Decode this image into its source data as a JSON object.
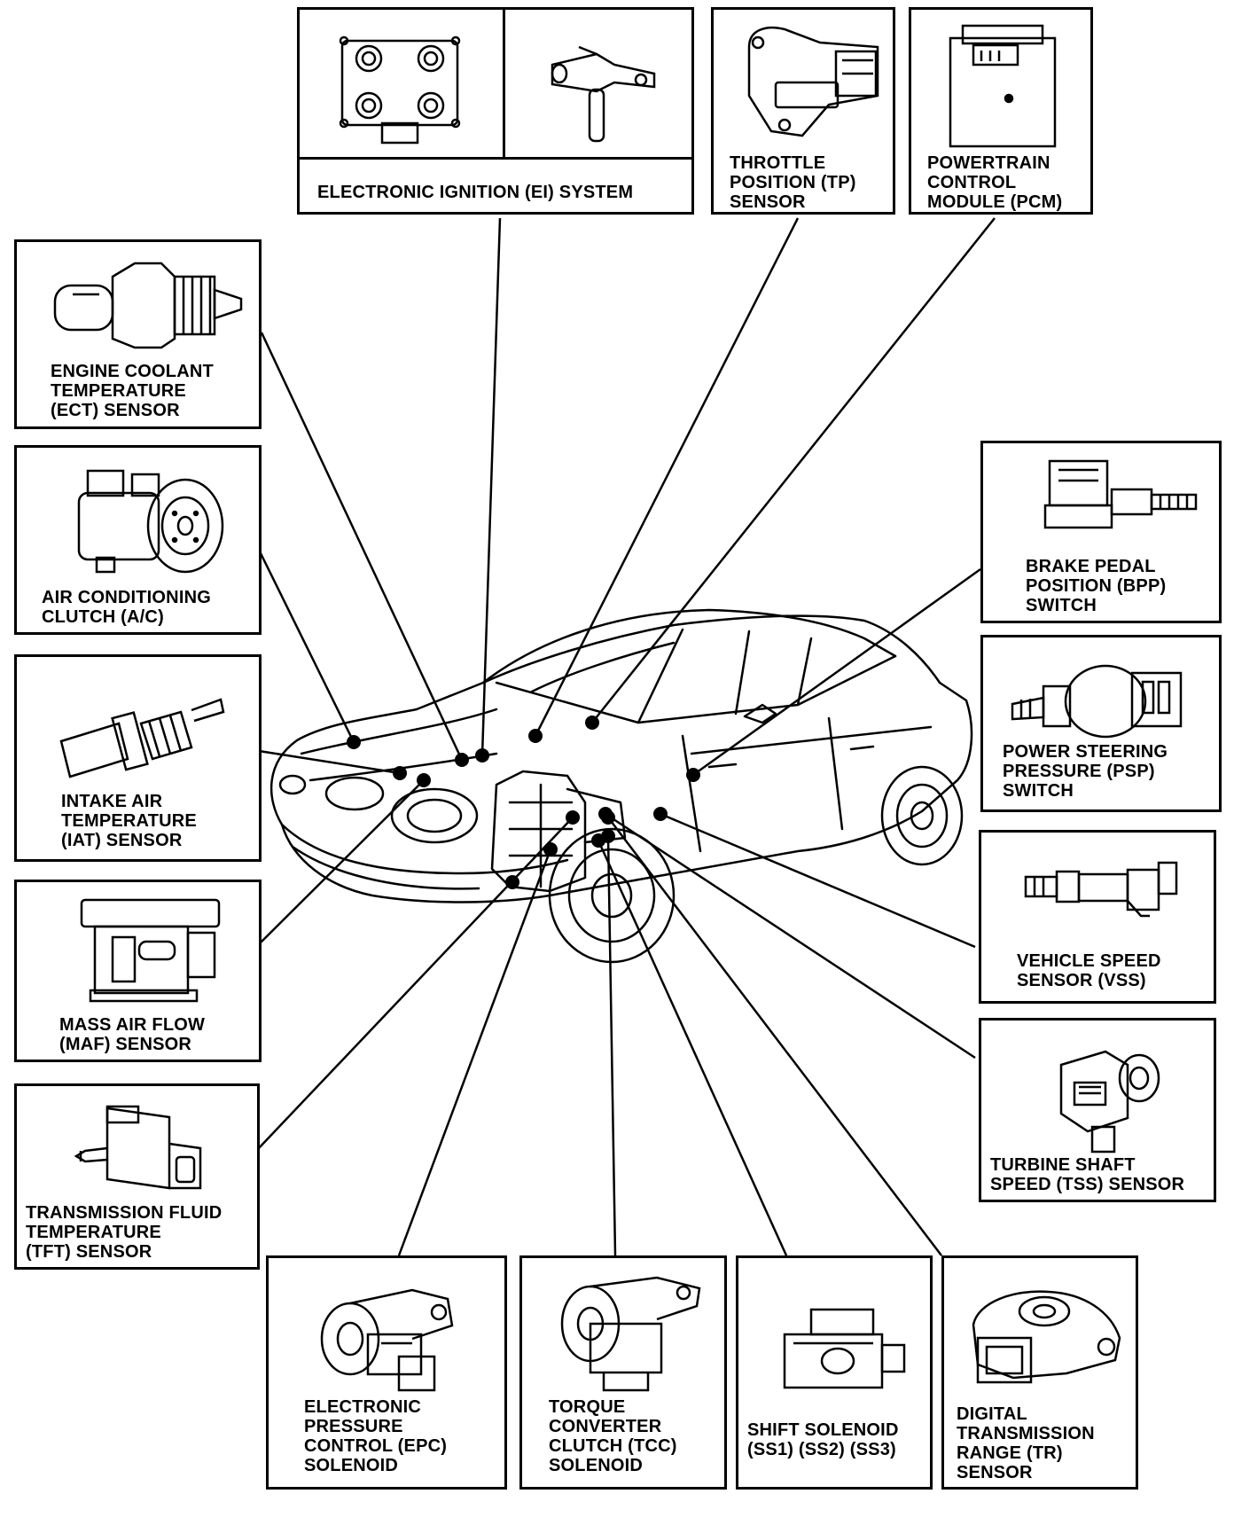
{
  "components": {
    "ei": {
      "label": "ELECTRONIC IGNITION (EI) SYSTEM",
      "icon": "ignition-coil-icon"
    },
    "tp": {
      "label": "THROTTLE\nPOSITION (TP)\nSENSOR",
      "icon": "throttle-position-sensor-icon"
    },
    "pcm": {
      "label": "POWERTRAIN\nCONTROL\nMODULE (PCM)",
      "icon": "control-module-icon"
    },
    "ect": {
      "label": "ENGINE COOLANT\nTEMPERATURE\n(ECT) SENSOR",
      "icon": "coolant-sensor-icon"
    },
    "ac": {
      "label": "AIR CONDITIONING\nCLUTCH (A/C)",
      "icon": "ac-compressor-icon"
    },
    "iat": {
      "label": "INTAKE AIR\nTEMPERATURE\n(IAT) SENSOR",
      "icon": "intake-air-sensor-icon"
    },
    "maf": {
      "label": "MASS AIR FLOW\n(MAF) SENSOR",
      "icon": "mass-air-flow-sensor-icon"
    },
    "tft": {
      "label": "TRANSMISSION FLUID\nTEMPERATURE\n(TFT) SENSOR",
      "icon": "fluid-temp-sensor-icon"
    },
    "bpp": {
      "label": "BRAKE PEDAL\nPOSITION (BPP)\nSWITCH",
      "icon": "brake-switch-icon"
    },
    "psp": {
      "label": "POWER STEERING\nPRESSURE (PSP)\nSWITCH",
      "icon": "pressure-switch-icon"
    },
    "vss": {
      "label": "VEHICLE SPEED\nSENSOR (VSS)",
      "icon": "speed-sensor-icon"
    },
    "tss": {
      "label": "TURBINE SHAFT\nSPEED (TSS) SENSOR",
      "icon": "turbine-sensor-icon"
    },
    "epc": {
      "label": "ELECTRONIC\nPRESSURE\nCONTROL (EPC)\nSOLENOID",
      "icon": "epc-solenoid-icon"
    },
    "tcc": {
      "label": "TORQUE\nCONVERTER\nCLUTCH (TCC)\nSOLENOID",
      "icon": "tcc-solenoid-icon"
    },
    "ss": {
      "label": "SHIFT SOLENOID\n(SS1) (SS2) (SS3)",
      "icon": "shift-solenoid-icon"
    },
    "tr": {
      "label": "DIGITAL\nTRANSMISSION\nRANGE (TR)\nSENSOR",
      "icon": "range-sensor-icon"
    }
  },
  "vehicle": {
    "icon": "sedan-car-icon"
  }
}
